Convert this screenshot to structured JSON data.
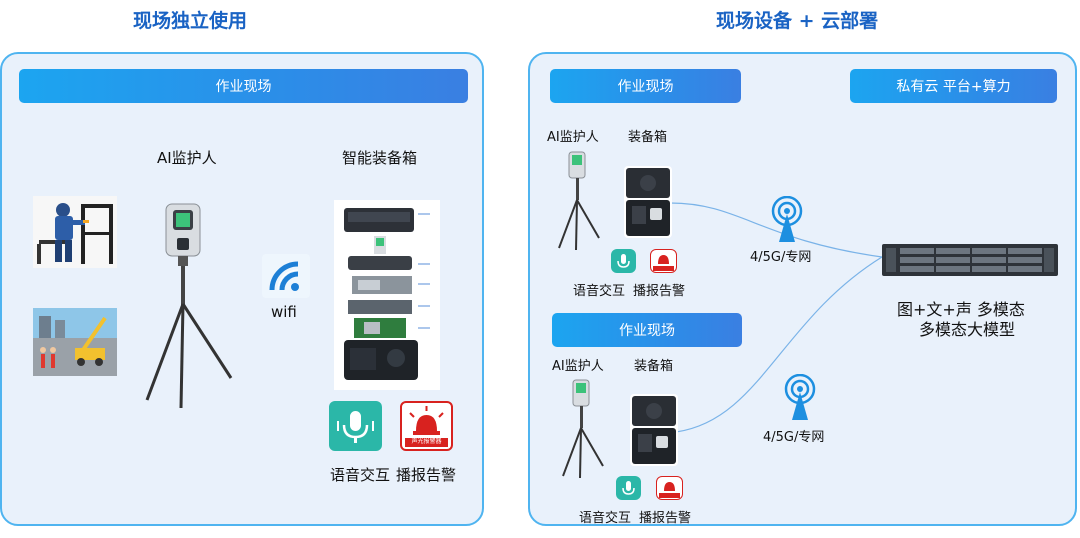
{
  "left": {
    "title": "现场独立使用",
    "bar": "作业现场",
    "ai_label": "AI监护人",
    "box_label": "智能装备箱",
    "wifi": "wifi",
    "voice": "语音交互",
    "alarm": "播报告警",
    "alarm_sign": "声光报警器"
  },
  "right": {
    "title": "现场设备 + 云部署",
    "site1": {
      "bar": "作业现场",
      "ai_label": "AI监护人",
      "box_label": "装备箱",
      "voice": "语音交互",
      "alarm": "播报告警"
    },
    "site2": {
      "bar": "作业现场",
      "ai_label": "AI监护人",
      "box_label": "装备箱",
      "voice": "语音交互",
      "alarm": "播报告警"
    },
    "cloud_bar": "私有云 平台+算力",
    "net1": "4/5G/专网",
    "net2": "4/5G/专网",
    "model_line1": "图+文+声 多模态",
    "model_line2": "多模态大模型"
  }
}
